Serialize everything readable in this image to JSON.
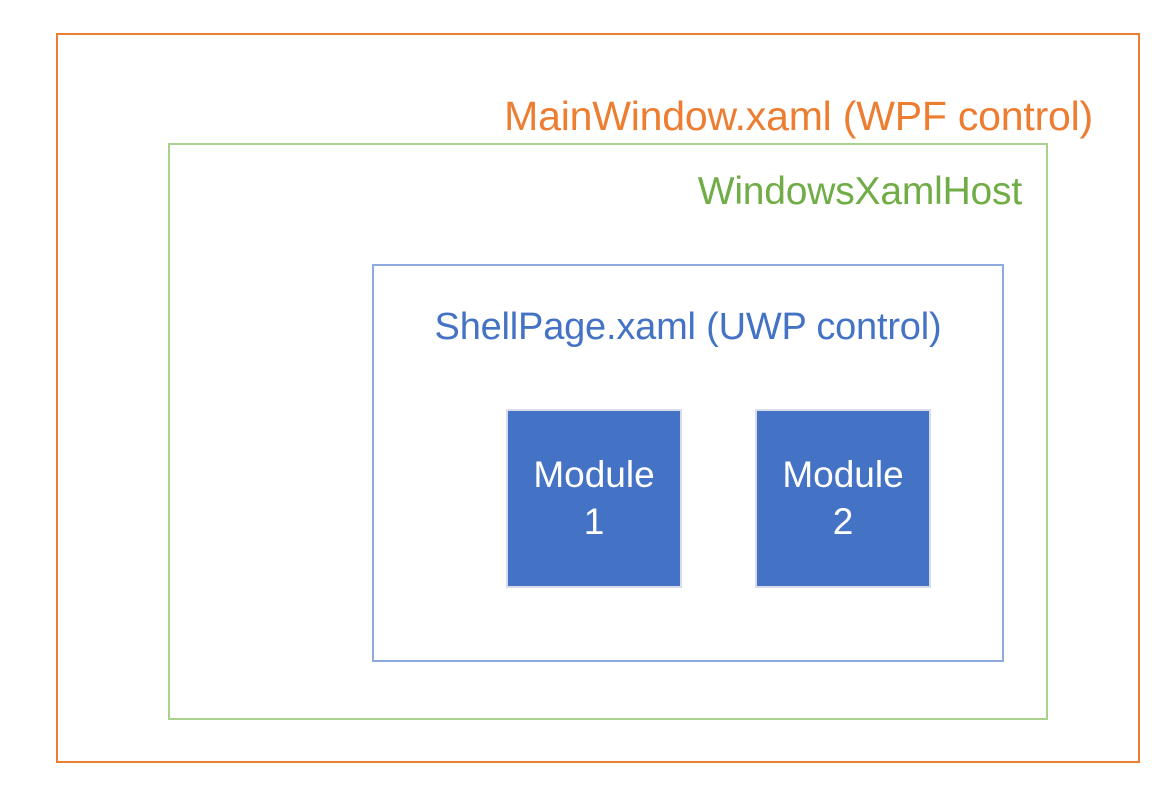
{
  "diagram": {
    "title": "MainWindow.xaml (WPF control)",
    "layers": [
      {
        "id": "mainwindow",
        "label": "MainWindow.xaml (WPF control)",
        "color": "#ED7D31",
        "border_color": "#ED7D31"
      },
      {
        "id": "windowsxamlhost",
        "label": "WindowsXamlHost",
        "color": "#70AD47",
        "border_color": "#A9D18E"
      },
      {
        "id": "shellpage",
        "label": "ShellPage.xaml (UWP control)",
        "color": "#4472C4",
        "border_color": "#8FAADC"
      }
    ],
    "modules": [
      {
        "id": "module-1",
        "line1": "Module",
        "line2": "1",
        "fill": "#4472C4",
        "text_color": "#FFFFFF"
      },
      {
        "id": "module-2",
        "line1": "Module",
        "line2": "2",
        "fill": "#4472C4",
        "text_color": "#FFFFFF"
      }
    ]
  }
}
